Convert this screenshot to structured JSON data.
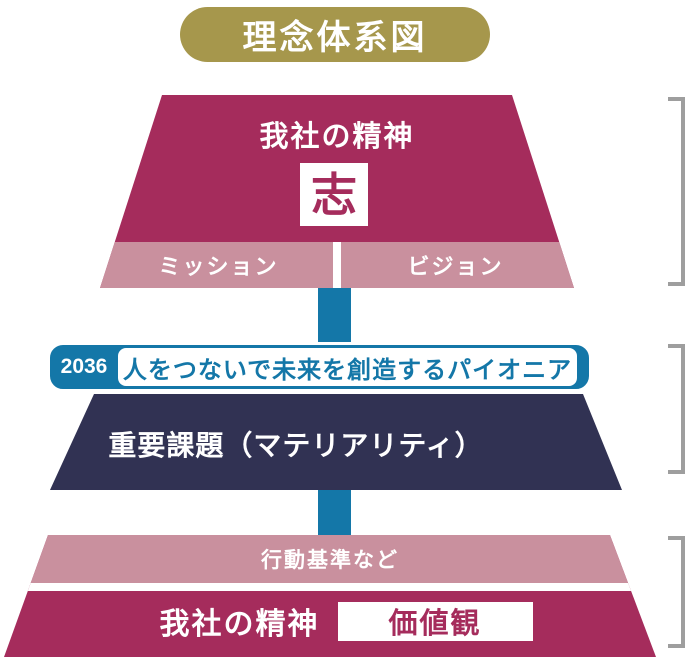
{
  "title": {
    "label": "理念体系図"
  },
  "colors": {
    "gold": "#a6974c",
    "crimson": "#a52c5c",
    "pink": "#c9909e",
    "navy": "#313253",
    "blue": "#1477a8",
    "gray": "#9e9e9e"
  },
  "pyramid": {
    "tier1": {
      "heading": "我社の精神",
      "spirit_char": "志",
      "mission_label": "ミッション",
      "vision_label": "ビジョン"
    },
    "vision_badge": {
      "year": "2036",
      "statement": "人をつないで未来を創造するパイオニア"
    },
    "tier2": {
      "heading": "重要課題（マテリアリティ）"
    },
    "tier3": {
      "band_label": "行動基準など",
      "heading": "我社の精神",
      "values_label": "価値観"
    }
  }
}
